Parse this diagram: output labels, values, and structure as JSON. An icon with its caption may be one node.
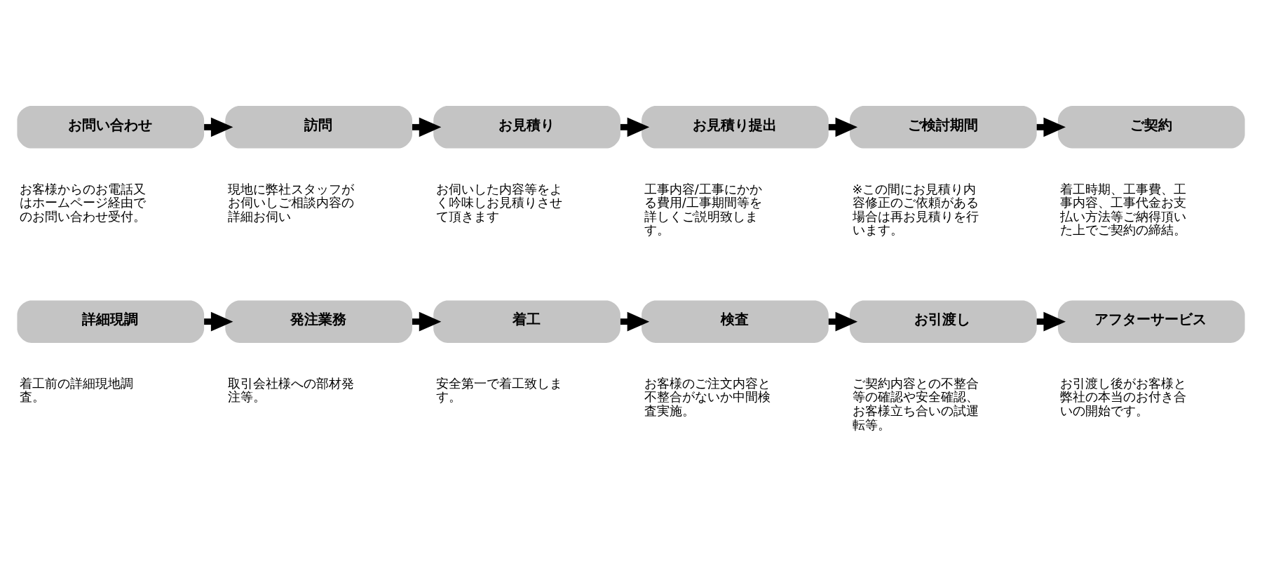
{
  "diagram": {
    "nodes": [
      {
        "text": [
          "お問い合わせ"
        ],
        "beside": [
          "お客様からのお電話又はホームページ経由でのお問い合わせ受付。"
        ]
      },
      {
        "text": [
          "訪問"
        ],
        "beside": [
          "現地に弊社スタッフがお伺いしご相談内容の詳細お伺い"
        ]
      },
      {
        "text": [
          "お見積り"
        ],
        "beside": [
          "お伺いした内容等をよく吟味しお見積りさせて頂きます"
        ]
      },
      {
        "text": [
          "お見積り提出"
        ],
        "beside": [
          "工事内容/工事にかかる費用/工事期間等を詳しくご説明致します。"
        ]
      },
      {
        "text": [
          "ご検討期間"
        ],
        "beside": [
          "※この間にお見積り内容修正のご依頼がある場合は再お見積りを行います。"
        ]
      },
      {
        "text": [
          "ご契約"
        ],
        "beside": [
          "着工時期、工事費、工事内容、工事代金お支払い方法等ご納得頂いた上でご契約の締結。"
        ]
      },
      {
        "text": [
          "詳細現調"
        ],
        "beside": [
          "着工前の詳細現地調査。"
        ]
      },
      {
        "text": [
          "発注業務"
        ],
        "beside": [
          "取引会社様への部材発注等。"
        ]
      },
      {
        "text": [
          "着工"
        ],
        "beside": [
          "安全第一で着工致します。"
        ]
      },
      {
        "text": [
          "検査"
        ],
        "beside": [
          "お客様のご注文内容と不整合がないか中間検査実施。"
        ]
      },
      {
        "text": [
          "お引渡し"
        ],
        "beside": [
          "ご契約内容との不整合等の確認や安全確認、お客様立ち合いの試運転等。"
        ]
      },
      {
        "text": [
          "アフターサービス"
        ],
        "beside": [
          "お引渡し後がお客様と弊社の本当のお付き合いの開始です。"
        ]
      }
    ],
    "edges": [
      {
        "from": 0,
        "to": 1,
        "arrow": "to"
      },
      {
        "from": 1,
        "to": 2,
        "arrow": "to"
      },
      {
        "from": 2,
        "to": 3,
        "arrow": "to"
      },
      {
        "from": 3,
        "to": 4,
        "arrow": "to"
      },
      {
        "from": 4,
        "to": 5,
        "arrow": "to"
      },
      {
        "from": 6,
        "to": 7,
        "arrow": "to"
      },
      {
        "from": 7,
        "to": 8,
        "arrow": "to"
      },
      {
        "from": 8,
        "to": 9,
        "arrow": "to"
      },
      {
        "from": 9,
        "to": 10,
        "arrow": "to"
      },
      {
        "from": 10,
        "to": 11,
        "arrow": "to"
      }
    ]
  }
}
